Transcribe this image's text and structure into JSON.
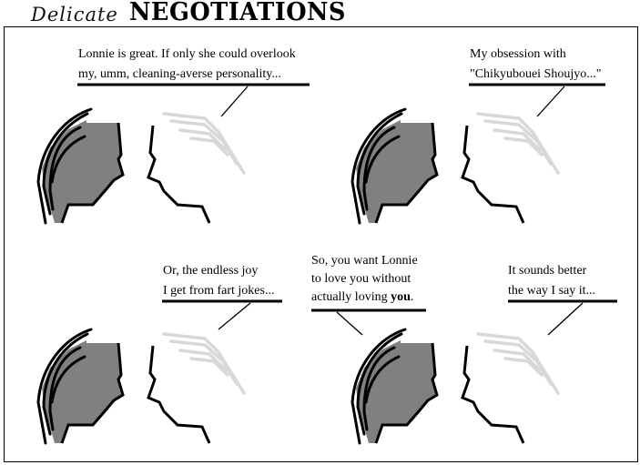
{
  "title": {
    "script": "Delicate",
    "main": "NEGOTIATIONS"
  },
  "panels": [
    {
      "lines": [
        "Lonnie is great. If only she could overlook",
        "my, umm, cleaning-averse personality..."
      ]
    },
    {
      "lines": [
        "My obsession with",
        "\"Chikyubouei Shoujyo...\""
      ]
    },
    {
      "lines": [
        "Or, the endless joy",
        "I get from fart jokes..."
      ]
    },
    {
      "lines": [
        "It sounds better",
        "the way I say it..."
      ]
    }
  ],
  "interjection": {
    "lines": [
      "So, you want Lonnie",
      "to love you without",
      "actually loving "
    ],
    "emphasis": "you",
    "end": "."
  },
  "colors": {
    "head_fill": "#808080",
    "pale_hair": "#d8d8d8",
    "ink": "#000000"
  }
}
